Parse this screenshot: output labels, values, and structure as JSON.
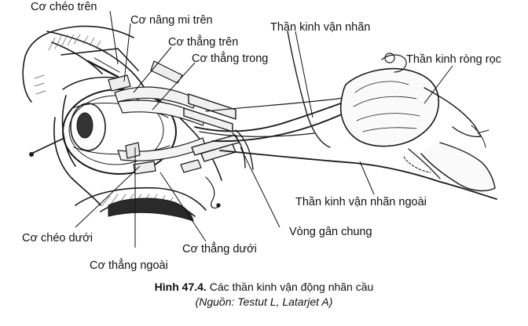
{
  "labels": {
    "co_cheo_tren": "Cơ chéo trên",
    "co_nang_mi_tren": "Cơ nâng mi trên",
    "co_thang_tren": "Cơ thẳng trên",
    "co_thang_trong": "Cơ thẳng trong",
    "than_kinh_van_nhan": "Thần kinh vận nhãn",
    "than_kinh_rong_roc": "Thần kinh ròng rọc",
    "than_kinh_van_nhan_ngoai": "Thần kinh vận nhãn ngoài",
    "vong_gan_chung": "Vòng gân chung",
    "co_cheo_duoi": "Cơ chéo dưới",
    "co_thang_ngoai": "Cơ thẳng ngoài",
    "co_thang_duoi": "Cơ thẳng dưới"
  },
  "caption": {
    "figure_number": "Hình 47.4.",
    "title": "Các thần kinh vận động nhãn cầu",
    "source": "(Nguồn: Testut L, Latarjet A)"
  }
}
